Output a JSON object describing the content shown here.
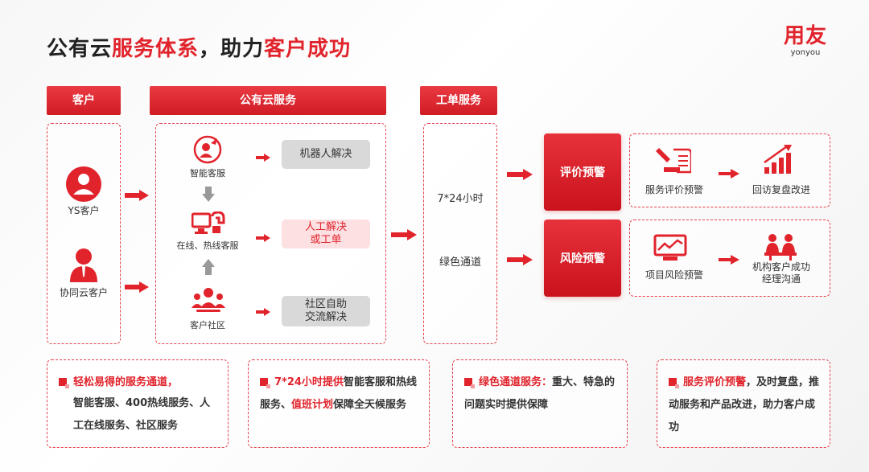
{
  "title": {
    "part1": "公有云",
    "part2": "服务体系",
    "part3": "，助力",
    "part4": "客户成功"
  },
  "logo": {
    "cn": "用友",
    "en": "yonyou"
  },
  "headers": {
    "customer": "客户",
    "cloud_service": "公有云服务",
    "ticket_service": "工单服务"
  },
  "customers": [
    {
      "label": "YS客户",
      "icon": "person-icon"
    },
    {
      "label": "协同云客户",
      "icon": "person-icon"
    }
  ],
  "cloud_services": [
    {
      "label": "智能客服",
      "icon": "chat-bot-icon",
      "result": "机器人解决"
    },
    {
      "label": "在线、热线客服",
      "icon": "online-service-icon",
      "result": "人工解决\n或工单"
    },
    {
      "label": "客户社区",
      "icon": "community-icon",
      "result": "社区自助\n交流解决"
    }
  ],
  "ticket": {
    "line1": "7*24小时",
    "line2": "绿色通道"
  },
  "warnings": [
    {
      "label": "评价预警",
      "items": [
        {
          "label": "服务评价预警",
          "icon": "rating-warning-icon"
        },
        {
          "label": "回访复盘改进",
          "icon": "growth-chart-icon"
        }
      ]
    },
    {
      "label": "风险预警",
      "items": [
        {
          "label": "项目风险预警",
          "icon": "risk-monitor-icon"
        },
        {
          "label": "机构客户成功\n经理沟通",
          "icon": "meeting-icon"
        }
      ]
    }
  ],
  "bottom": [
    {
      "hl": "轻松易得的服务通道，",
      "rest": "智能客服、400热线服务、人工在线服务、社区服务"
    },
    {
      "hl1": "7*24小时提供",
      "mid": "智能客服和热线服务、",
      "hl2": "值班计划",
      "rest": "保障全天候服务"
    },
    {
      "hl": "绿色通道服务：",
      "rest": "重大、特急的问题实时提供保障"
    },
    {
      "hl": "服务评价预警",
      "rest": "，及时复盘，推动服务和产品改进，助力客户成功"
    }
  ],
  "colors": {
    "accent": "#e1232c",
    "pill_gray": "#d9d9d9",
    "pill_pink": "#fde0e2"
  }
}
